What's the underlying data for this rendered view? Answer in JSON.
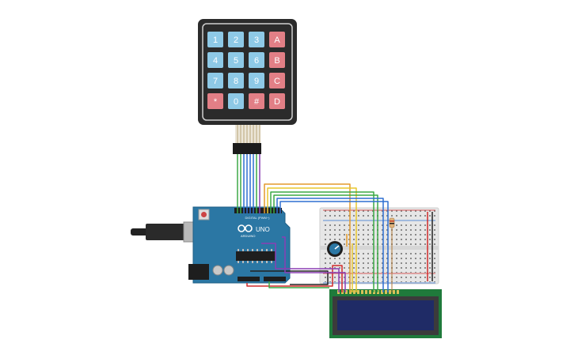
{
  "colors": {
    "background": "#ffffff",
    "keypad_body": "#2b2b2b",
    "key_blue": "#8ec9e6",
    "key_red": "#e27f86",
    "arduino_board": "#2b77a4",
    "breadboard": "#e6e6e6",
    "lcd_pcb": "#1f7a3b",
    "lcd_screen": "#1f2b66",
    "wire_green": "#3aa845",
    "wire_orange": "#e39a2b",
    "wire_yellow": "#e8c72d",
    "wire_blue": "#2e6fd1",
    "wire_purple": "#8b3fb3",
    "wire_red": "#d02a2a",
    "wire_black": "#222222"
  },
  "keypad": {
    "rows": [
      [
        {
          "label": "1",
          "kind": "digit"
        },
        {
          "label": "2",
          "kind": "digit"
        },
        {
          "label": "3",
          "kind": "digit"
        },
        {
          "label": "A",
          "kind": "letter"
        }
      ],
      [
        {
          "label": "4",
          "kind": "digit"
        },
        {
          "label": "5",
          "kind": "digit"
        },
        {
          "label": "6",
          "kind": "digit"
        },
        {
          "label": "B",
          "kind": "letter"
        }
      ],
      [
        {
          "label": "7",
          "kind": "digit"
        },
        {
          "label": "8",
          "kind": "digit"
        },
        {
          "label": "9",
          "kind": "digit"
        },
        {
          "label": "C",
          "kind": "letter"
        }
      ],
      [
        {
          "label": "*",
          "kind": "letter"
        },
        {
          "label": "0",
          "kind": "digit"
        },
        {
          "label": "#",
          "kind": "letter"
        },
        {
          "label": "D",
          "kind": "letter"
        }
      ]
    ]
  },
  "arduino": {
    "model_text": "UNO",
    "brand_text": "ARDUINO",
    "digital_label": "DIGITAL (PWM~)"
  },
  "components": {
    "potentiometer": "potentiometer-icon",
    "resistor": "resistor-icon",
    "usb": "usb-connector-icon",
    "power_jack": "power-jack-icon"
  }
}
